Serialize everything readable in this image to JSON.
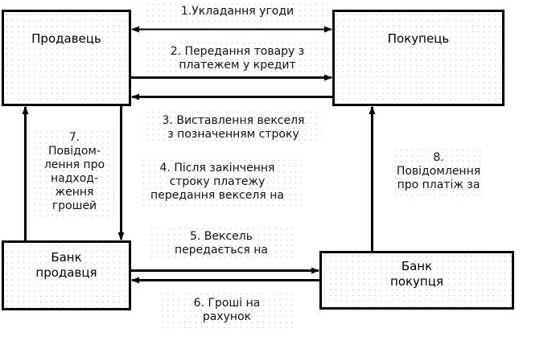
{
  "diagram": {
    "nodes": {
      "seller": {
        "label": "Продавець"
      },
      "buyer": {
        "label": "Покупець"
      },
      "seller_bank": {
        "label_line1": "Банк",
        "label_line2": "продавця"
      },
      "buyer_bank": {
        "label_line1": "Банк",
        "label_line2": "покупця"
      }
    },
    "edges": {
      "e1": {
        "from": "seller",
        "to": "buyer",
        "direction": "both",
        "lines": [
          "1.Укладання угоди"
        ]
      },
      "e2": {
        "from": "seller",
        "to": "buyer",
        "lines": [
          "2. Передання товару з",
          "платежем у кредит"
        ]
      },
      "e3": {
        "from": "buyer",
        "to": "seller",
        "lines": [
          "3. Виставлення векселя",
          "з позначенням строку"
        ]
      },
      "e4": {
        "from": "seller",
        "to": "seller_bank",
        "lines": [
          "4. Після закінчення",
          "строку платежу",
          "передання векселя на"
        ]
      },
      "e5": {
        "from": "seller_bank",
        "to": "buyer_bank",
        "lines": [
          "5. Вексель",
          "передається на"
        ]
      },
      "e6": {
        "from": "buyer_bank",
        "to": "seller_bank",
        "lines": [
          "6. Гроші на",
          "рахунок"
        ]
      },
      "e7": {
        "from": "seller_bank",
        "to": "seller",
        "lines": [
          "7.",
          "Повідом-",
          "лення про",
          "надход-",
          "ження",
          "грошей"
        ]
      },
      "e8": {
        "from": "buyer_bank",
        "to": "buyer",
        "lines": [
          "8.",
          "Повідомлення",
          "про платіж за"
        ]
      }
    },
    "colors": {
      "stroke": "#000000",
      "dots": "#c8c8c8",
      "background": "#ffffff"
    }
  }
}
